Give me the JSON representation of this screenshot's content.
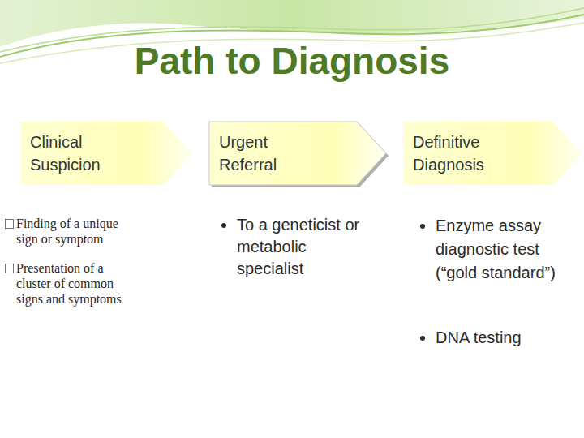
{
  "diagram": {
    "title": "Path to Diagnosis",
    "nodes": [
      {
        "text": [
          "Clinical Suspicion"
        ]
      },
      {
        "text": [
          "Urgent Referral"
        ]
      },
      {
        "text": [
          "Definitive Diagnosis"
        ]
      }
    ],
    "labels": [
      "Finding of a unique sign or symptom",
      "Presentation of a cluster of common signs and symptoms",
      "To a geneticist or metabolic specialist",
      "Enzyme assay diagnostic test (“gold standard”)",
      "DNA testing"
    ]
  }
}
